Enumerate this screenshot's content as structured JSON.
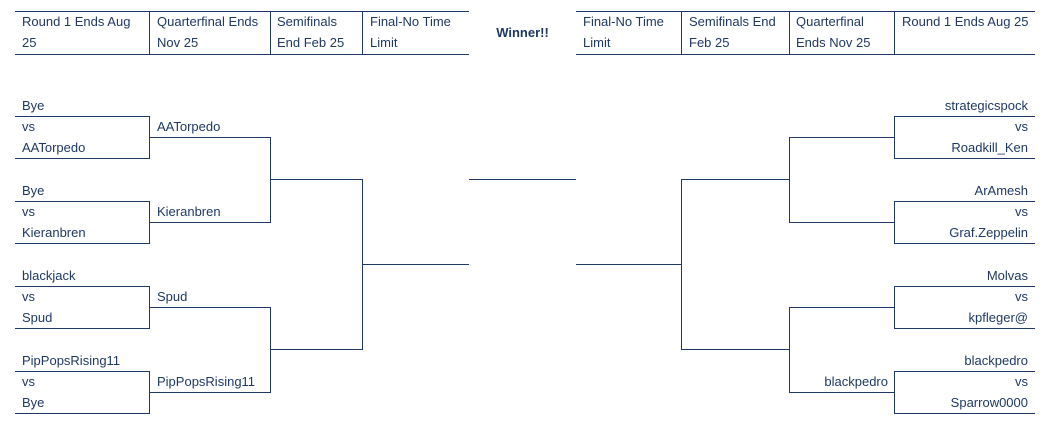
{
  "headers": {
    "left": [
      "Round 1 Ends Aug 25",
      "Quarterfinal Ends Nov 25",
      "Semifinals End Feb 25",
      "Final-No Time Limit"
    ],
    "winner": "Winner!!",
    "right": [
      "Final-No Time Limit",
      "Semifinals End Feb 25",
      "Quarterfinal Ends Nov 25",
      "Round 1 Ends Aug 25"
    ]
  },
  "vs_label": "vs",
  "left_bracket": {
    "round1": [
      {
        "top": "Bye",
        "bottom": "AATorpedo"
      },
      {
        "top": "Bye",
        "bottom": "Kieranbren"
      },
      {
        "top": "blackjack",
        "bottom": "Spud"
      },
      {
        "top": "PipPopsRising11",
        "bottom": "Bye"
      }
    ],
    "quarterfinal": [
      "AATorpedo",
      "Kieranbren",
      "Spud",
      "PipPopsRising11"
    ]
  },
  "right_bracket": {
    "round1": [
      {
        "top": "strategicspock",
        "bottom": "Roadkill_Ken"
      },
      {
        "top": "ArAmesh",
        "bottom": "Graf.Zeppelin"
      },
      {
        "top": "Molvas",
        "bottom": "kpfleger@"
      },
      {
        "top": "blackpedro",
        "bottom": "Sparrow0000"
      }
    ],
    "quarterfinal": [
      "",
      "",
      "",
      "blackpedro"
    ]
  }
}
